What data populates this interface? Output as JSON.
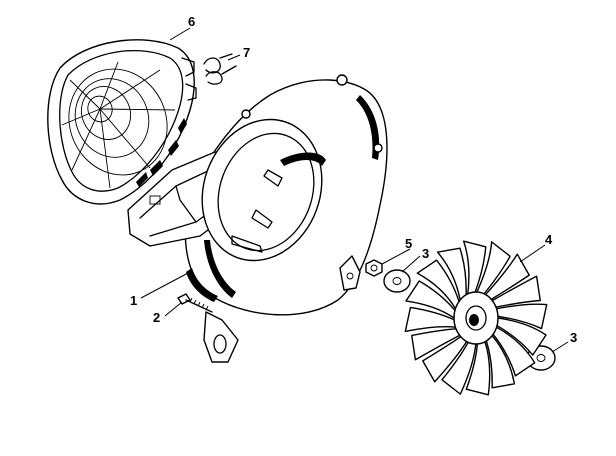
{
  "colors": {
    "ink": "#000000",
    "paper": "#ffffff"
  },
  "callouts": {
    "c1": "1",
    "c2": "2",
    "c3a": "3",
    "c3b": "3",
    "c4": "4",
    "c5": "5",
    "c6": "6",
    "c7": "7"
  }
}
